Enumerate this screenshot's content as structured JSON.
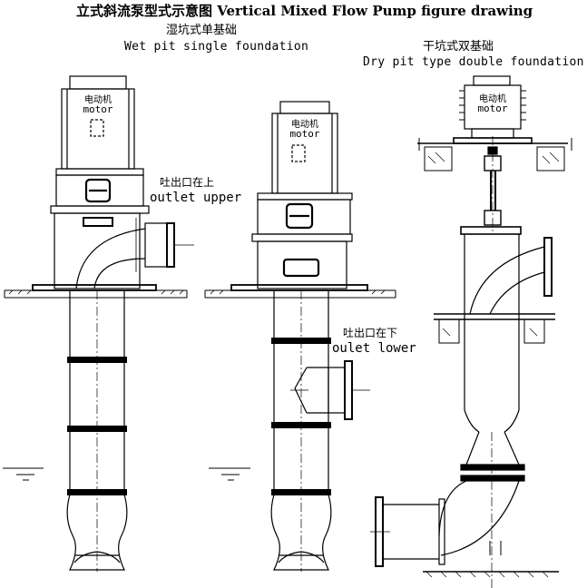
{
  "title": "立式斜流泵型式示意图 Vertical Mixed Flow Pump figure drawing",
  "wet_pit": {
    "caption_cn": "湿坑式单基础",
    "caption_en": "Wet pit single foundation",
    "pump_upper": {
      "motor_cn": "电动机",
      "motor_en": "motor",
      "outlet_cn": "吐出口在上",
      "outlet_en": "outlet upper"
    },
    "pump_lower": {
      "motor_cn": "电动机",
      "motor_en": "motor",
      "outlet_cn": "吐出口在下",
      "outlet_en": "oulet lower"
    }
  },
  "dry_pit": {
    "caption_cn": "干坑式双基础",
    "caption_en": "Dry pit type double foundation",
    "motor_cn": "电动机",
    "motor_en": "motor"
  },
  "colors": {
    "line": "#000000",
    "background": "#ffffff"
  }
}
